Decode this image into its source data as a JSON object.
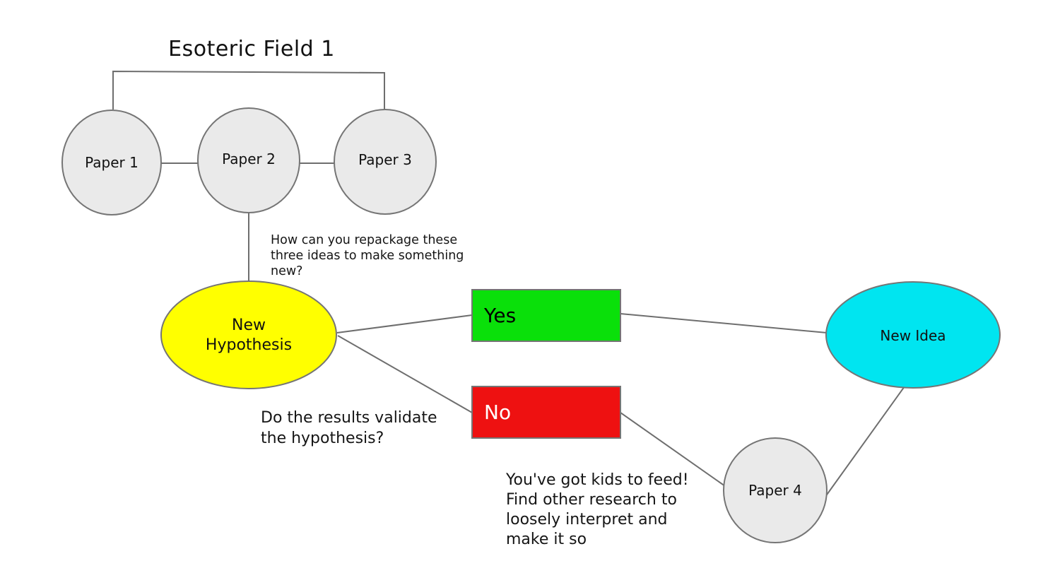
{
  "title": "Esoteric Field 1",
  "colors": {
    "paper_gray": "#eaeaea",
    "hypothesis_yellow": "#ffff00",
    "yes_green": "#0ae00a",
    "no_red": "#ee1111",
    "idea_cyan": "#00e5f0"
  },
  "nodes": {
    "paper1": {
      "label": "Paper 1"
    },
    "paper2": {
      "label": "Paper 2"
    },
    "paper3": {
      "label": "Paper 3"
    },
    "paper4": {
      "label": "Paper 4"
    },
    "hypothesis": {
      "label": "New\nHypothesis"
    },
    "idea": {
      "label": "New Idea"
    },
    "yes": {
      "label": "Yes"
    },
    "no": {
      "label": "No"
    }
  },
  "annotations": {
    "repackage": "How can you repackage these\nthree ideas to make something\nnew?",
    "validate": "Do the results validate\nthe hypothesis?",
    "consequence": "You've got kids to feed!\nFind other research to\nloosely interpret and\nmake it so"
  }
}
